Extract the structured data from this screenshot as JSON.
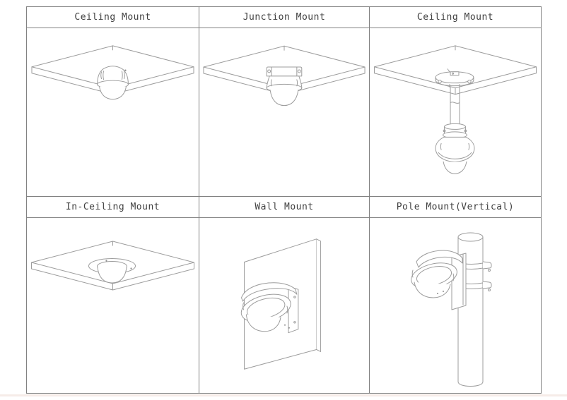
{
  "cells": [
    {
      "label": "Ceiling Mount",
      "diagram": "dome-camera-ceiling-mount"
    },
    {
      "label": "Junction Mount",
      "diagram": "dome-camera-junction-box-mount"
    },
    {
      "label": "Ceiling Mount",
      "diagram": "dome-camera-pendant-ceiling-mount"
    },
    {
      "label": "In-Ceiling Mount",
      "diagram": "dome-camera-flush-in-ceiling-mount"
    },
    {
      "label": "Wall Mount",
      "diagram": "dome-camera-wall-bracket-mount"
    },
    {
      "label": "Pole Mount(Vertical)",
      "diagram": "dome-camera-vertical-pole-mount"
    }
  ],
  "colors": {
    "grid_border": "#828282",
    "line_art": "#9c9c9c",
    "label_text": "#3f3f3f",
    "bottom_strip": "#f6ece8"
  }
}
